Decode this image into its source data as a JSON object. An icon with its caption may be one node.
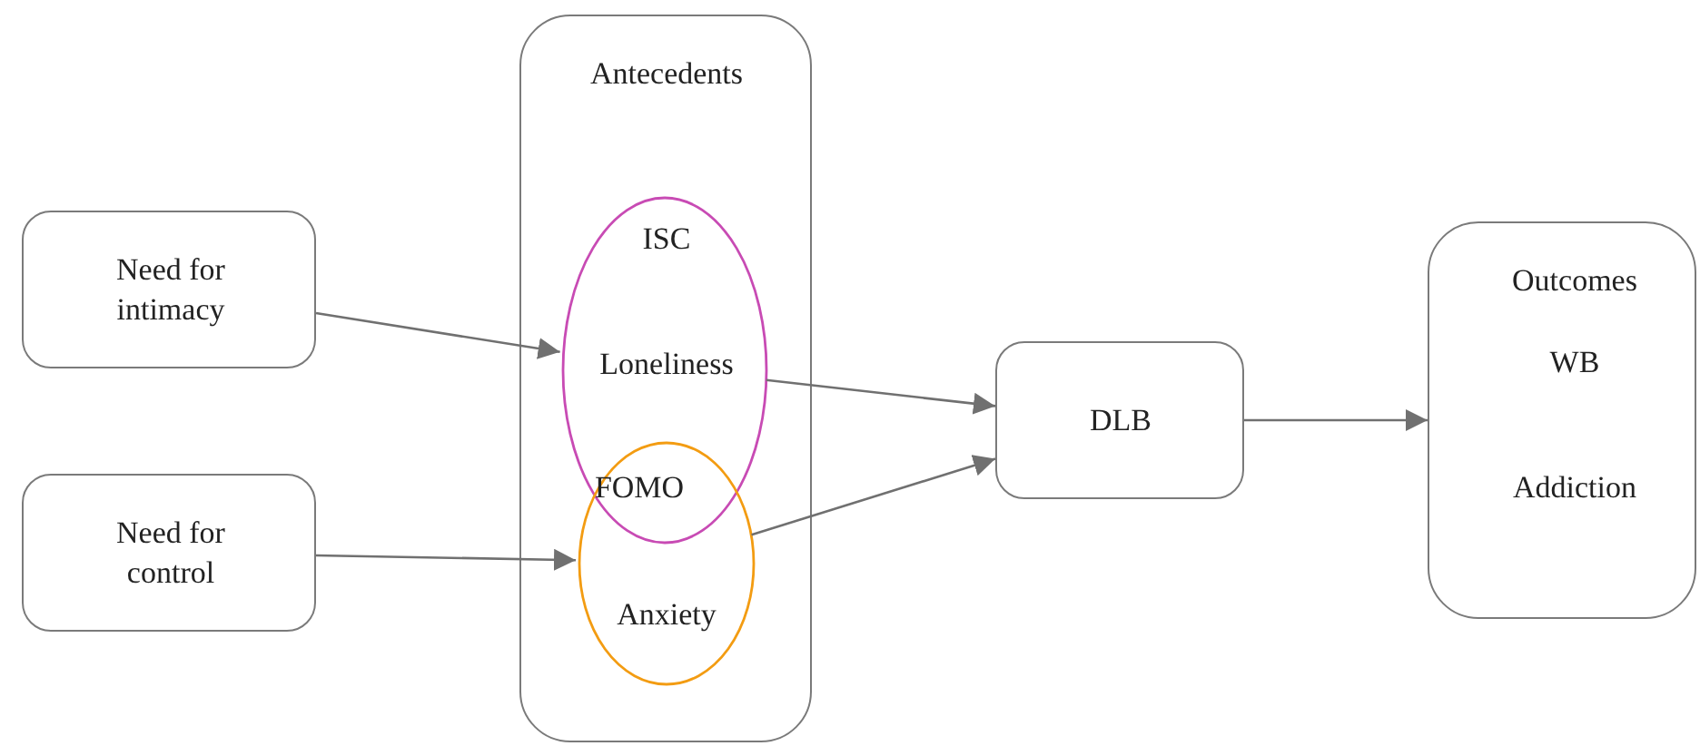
{
  "diagram": {
    "nodes": [
      {
        "text": [
          "Need for intimacy"
        ]
      },
      {
        "text": [
          "Need for control"
        ]
      },
      {
        "text": [
          "Antecedents"
        ]
      },
      {
        "text": [
          "ISC",
          "Loneliness"
        ],
        "in": 2
      },
      {
        "text": [
          "Anxiety"
        ],
        "in": 2
      },
      {
        "text": [
          "DLB"
        ]
      },
      {
        "text": [
          "Outcomes",
          "WB",
          "Addiction"
        ]
      }
    ],
    "edges": [
      {
        "from": 0,
        "to": 3,
        "arrow": "to"
      },
      {
        "from": 1,
        "to": 4,
        "arrow": "to"
      },
      {
        "from": 3,
        "to": 5,
        "arrow": "to"
      },
      {
        "from": 4,
        "to": 5,
        "arrow": "to"
      },
      {
        "from": 5,
        "to": 6,
        "arrow": "to"
      }
    ],
    "labels": [
      "FOMO"
    ]
  }
}
